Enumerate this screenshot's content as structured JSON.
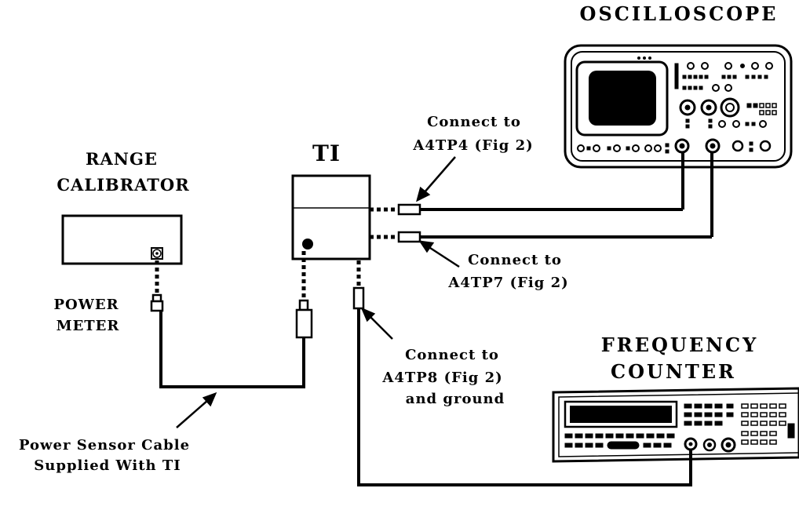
{
  "oscilloscope": {
    "title": "OSCILLOSCOPE"
  },
  "range_calibrator": {
    "title_line1": "RANGE",
    "title_line2": "CALIBRATOR",
    "port_label_line1": "POWER",
    "port_label_line2": "METER"
  },
  "ti": {
    "title": "TI"
  },
  "frequency_counter": {
    "title_line1": "FREQUENCY",
    "title_line2": "COUNTER"
  },
  "callouts": {
    "tp4_line1": "Connect to",
    "tp4_line2": "A4TP4 (Fig 2)",
    "tp7_line1": "Connect to",
    "tp7_line2": "A4TP7 (Fig 2)",
    "tp8_line1": "Connect to",
    "tp8_line2": "A4TP8 (Fig 2)",
    "tp8_line3": "and ground",
    "cable_line1": "Power Sensor Cable",
    "cable_line2": "Supplied With TI"
  }
}
